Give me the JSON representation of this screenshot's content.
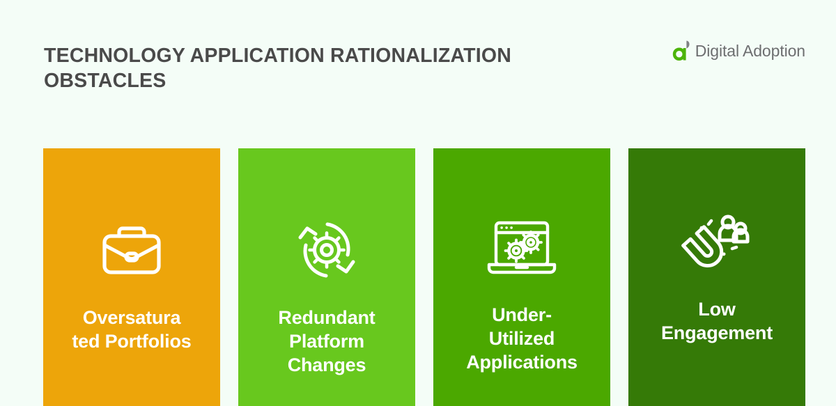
{
  "page": {
    "background_color": "#f4fdf7",
    "title": "TECHNOLOGY APPLICATION RATIONALIZATION\nOBSTACLES",
    "title_color": "#4a4a4a"
  },
  "logo": {
    "name": "digital-adoption-logo",
    "text": "Digital Adoption",
    "mark_color": "#4cb40a",
    "leaf_color": "#7f8183",
    "text_color": "#6d6e70"
  },
  "cards": [
    {
      "label": "Oversatura\nted Portfolios",
      "color": "#eda50a",
      "icon": "briefcase-icon"
    },
    {
      "label": "Redundant\nPlatform\nChanges",
      "color": "#68c81e",
      "icon": "gear-refresh-icon"
    },
    {
      "label": "Under-\nUtilized\nApplications",
      "color": "#4ba800",
      "icon": "laptop-gears-icon"
    },
    {
      "label": "Low\nEngagement",
      "color": "#357a07",
      "icon": "magnet-people-icon"
    }
  ]
}
